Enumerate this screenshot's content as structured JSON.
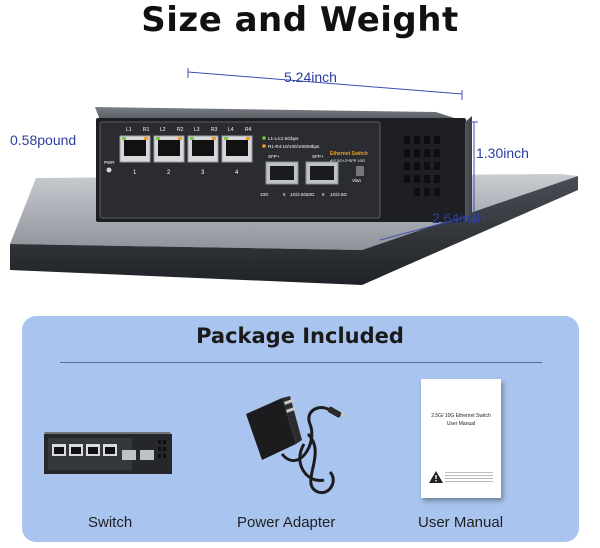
{
  "title": "Size and Weight",
  "specs": {
    "weight": "0.58pound",
    "width": "5.24inch",
    "height": "1.30inch",
    "depth": "2.64inch"
  },
  "device": {
    "port_labels_top": [
      "L1",
      "R1",
      "L2",
      "R2",
      "L3",
      "R3",
      "L4",
      "R4"
    ],
    "port_numbers": [
      "1",
      "2",
      "3",
      "4"
    ],
    "pwr_label": "PWR",
    "legend_line1": "L1-L4:2.5Gbps",
    "legend_line2": "R1-R4:10/100/1000Mbps",
    "brand": "Ethernet Switch",
    "model": "4*2.5G+2*SFP 10G",
    "sfp_label": "SFP+",
    "speed_left": "10G",
    "speed_5": "5",
    "speed_mid": "1G/2.5G",
    "speed_right_10g": "10G",
    "speed_6": "6",
    "speed_right": "1G/2.5G",
    "vlan_label": "Vlan"
  },
  "package": {
    "title": "Package Included",
    "items": [
      {
        "label": "Switch"
      },
      {
        "label": "Power Adapter"
      },
      {
        "label": "User Manual"
      }
    ],
    "manual_line1": "2.5G/ 10G Ethernet Switch",
    "manual_line2": "User Manual"
  },
  "colors": {
    "dimension_text": "#2b3f9e",
    "panel_bg": "#a9c5ef",
    "port_led_green": "#7cc34a",
    "port_led_orange": "#f0a020"
  }
}
